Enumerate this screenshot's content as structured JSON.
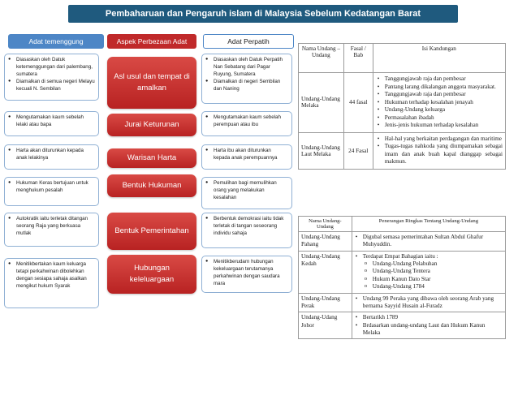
{
  "title": "Pembaharuan dan Pengaruh islam di Malaysia Sebelum Kedatangan Barat",
  "headers": {
    "left": "Adat temenggung",
    "middle": "Aspek Perbezaan Adat",
    "right": "Adat Perpatih"
  },
  "rows": [
    {
      "aspect": "Asl usul dan tempat di amalkan",
      "temenggung": [
        "Diasaskan oleh Datuk ketemenggungan dari palembang, sumatera",
        "Diamalkan di semua negeri Melayu kecuali N. Sembilan"
      ],
      "perpatih": [
        "Diasaskan oleh Datuk Perpatih Nan Sebatang dari Pagar Ruyung, Sumatera",
        "Diamalkan di negeri Sembilan dan Naning"
      ]
    },
    {
      "aspect": "Jurai Keturunan",
      "temenggung": [
        "Mengutamakan kaum sebelah lelaki atau bapa"
      ],
      "perpatih": [
        "Mengutamakan kaum sebelah perempuan atau ibu"
      ]
    },
    {
      "aspect": "Warisan Harta",
      "temenggung": [
        "Harta akan diturunkan kepada anak lelakinya"
      ],
      "perpatih": [
        "Harta ibu akan diturunkan kepada anak perempuannya"
      ]
    },
    {
      "aspect": "Bentuk Hukuman",
      "temenggung": [
        "Hukuman Keras bertujuan untuk menghukum pesalah"
      ],
      "perpatih": [
        "Pemulihan bagi memulihkan orang yang melakukan kesalahan"
      ]
    },
    {
      "aspect": "Bentuk Pemerintahan",
      "temenggung": [
        "Autokratik iaitu terletak ditangan seorang Raja yang berkuasa mutlak"
      ],
      "perpatih": [
        "Berbentuk demokrasi iaitu tidak terletak di tangan seseorang individu sahaja"
      ]
    },
    {
      "aspect": "Hubungan keleluargaan",
      "temenggung": [
        "Menitikbertakan kaum keluarga tetapi perkahwinan dibolehkan dengan sesiapa sahaja asalkan mengikut hukum Syarak"
      ],
      "perpatih": [
        "Menitikberudarn hubungan kekeluargaan terutamanya perkahwinan dengan saudara mara"
      ]
    }
  ],
  "table1": {
    "headers": [
      "Nama Undang – Undang",
      "Fasal / Bab",
      "Isi Kandungan"
    ],
    "rows": [
      {
        "name": "Undang-Undang Melaka",
        "fasal": "44 fasal",
        "items": [
          "Tanggungjawab raja dan pembesar",
          "Pantang larang dikalangan anggota masyarakat.",
          "Tanggungjawab raja dan pembesar",
          "Hukuman terhadap kesalahan jenayah",
          "Undang-Undang keluarga",
          "Permasalahan ibadah",
          "Jenis-jenis hukuman terhadap kesalahan"
        ]
      },
      {
        "name": "Undang-Undang Laut Melaka",
        "fasal": "24 Fasal",
        "items": [
          "Hal-hal yang berkaitan perdagangan dan maritime",
          "Tugas-tugas nahkoda yang diumpamakan sebagai imam dan anak buah kapal dianggap sebagai makmun."
        ]
      }
    ]
  },
  "table2": {
    "headers": [
      "Nama Undang-Undang",
      "Penerangan Ringkas Tentang Undang-Undang"
    ],
    "rows": [
      {
        "name": "Undang-Undang Pahang",
        "items": [
          "Digubal semasa pemerintahan Sultan Abdul Ghafur Muhyuddin."
        ],
        "sub": []
      },
      {
        "name": "Undang-Undang Kedah",
        "items": [
          "Terdapat Empat Bahagian iaitu :"
        ],
        "sub": [
          "Undang-Undang Pelabuhan",
          "Undang-Undang Tentera",
          "Hukum Kanun Dato Star",
          "Undang-Undang 1784"
        ]
      },
      {
        "name": "Undang-Undang Perak",
        "items": [
          "Undang 99 Peraka yang dibawa oleh seorang Arab yang bernama Sayyid Husain al-Furadz"
        ],
        "sub": []
      },
      {
        "name": "Undang-Udang Johor",
        "items": [
          "Bertarikh 1789",
          "Brdasarkan undang-undang Laut dan Hukum Kanun Melaka"
        ],
        "sub": []
      }
    ]
  },
  "colors": {
    "title_bg": "#1f5a7e",
    "header_blue": "#4d86c6",
    "aspect_red": "#c0292a",
    "note_border": "#8fb0d4"
  }
}
